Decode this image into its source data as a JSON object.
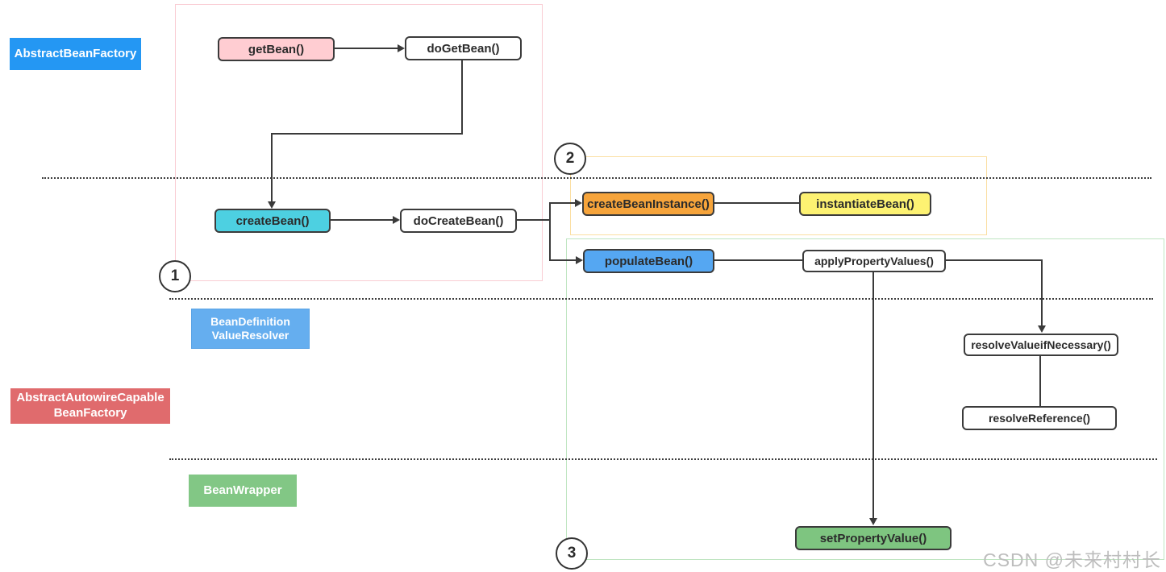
{
  "class_labels": {
    "abstract_bean_factory": "AbstractBeanFactory",
    "bean_definition_value_resolver": {
      "line1": "BeanDefinition",
      "line2": "ValueResolver"
    },
    "abstract_autowire_capable_bean_factory": {
      "line1": "AbstractAutowireCapable",
      "line2": "BeanFactory"
    },
    "bean_wrapper": "BeanWrapper"
  },
  "nodes": {
    "get_bean": "getBean()",
    "do_get_bean": "doGetBean()",
    "create_bean": "createBean()",
    "do_create_bean": "doCreateBean()",
    "create_bean_instance": "createBeanInstance()",
    "instantiate_bean": "instantiateBean()",
    "populate_bean": "populateBean()",
    "apply_property_values": "applyPropertyValues()",
    "resolve_value_if_necessary": "resolveValueifNecessary()",
    "resolve_reference": "resolveReference()",
    "set_property_value": "setPropertyValue()"
  },
  "step_markers": {
    "step1": "1",
    "step2": "2",
    "step3": "3"
  },
  "watermark": "CSDN @未来村村长",
  "colors": {
    "label_blue": "#2497f3",
    "label_light_blue": "#65aeef",
    "label_red": "#e06b6d",
    "label_green": "#82c785",
    "node_pink": "#ffcdd2",
    "node_cyan": "#4dd0e1",
    "node_orange": "#f6a43b",
    "node_yellow": "#fdf272",
    "node_blue": "#55a7f2",
    "node_green": "#7ec580",
    "region_pink_border": "#f9ccd3",
    "region_orange_border": "#fbdfa3",
    "region_green_border": "#bfe5c1",
    "connector": "#3a3a3a",
    "watermark_gray": "#bdbdbd"
  }
}
